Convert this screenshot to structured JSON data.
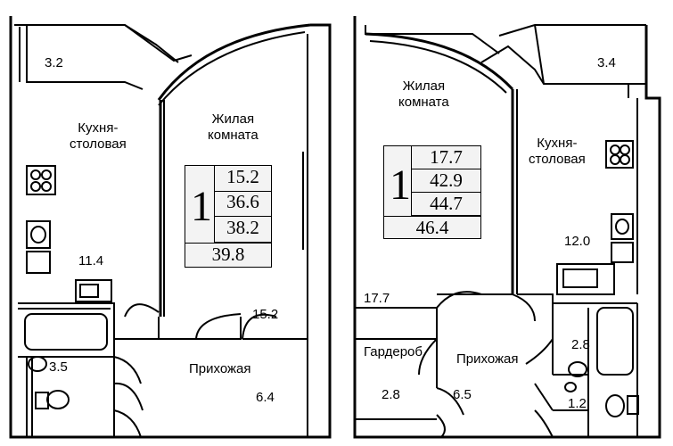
{
  "plans": [
    {
      "rooms_count": "1",
      "areas": [
        "15.2",
        "36.6",
        "38.2",
        "39.8"
      ],
      "rooms": [
        {
          "key": "balcony",
          "name": "",
          "area": "3.2"
        },
        {
          "key": "kitchen",
          "name": "Кухня-\nстоловая",
          "area": "11.4"
        },
        {
          "key": "living",
          "name": "Жилая\nкомната",
          "area": "15.2"
        },
        {
          "key": "bathroom",
          "name": "",
          "area": "3.5"
        },
        {
          "key": "hallway",
          "name": "Прихожая",
          "area": "6.4"
        }
      ]
    },
    {
      "rooms_count": "1",
      "areas": [
        "17.7",
        "42.9",
        "44.7",
        "46.4"
      ],
      "rooms": [
        {
          "key": "balcony",
          "name": "",
          "area": "3.4"
        },
        {
          "key": "living",
          "name": "Жилая\nкомната",
          "area": "17.7"
        },
        {
          "key": "kitchen",
          "name": "Кухня-\nстоловая",
          "area": "12.0"
        },
        {
          "key": "wardrobe",
          "name": "Гардероб.",
          "area": "2.8"
        },
        {
          "key": "hallway",
          "name": "Прихожая",
          "area": "6.5"
        },
        {
          "key": "bathroom",
          "name": "",
          "area": "2.8"
        },
        {
          "key": "wc",
          "name": "",
          "area": "1.2"
        }
      ]
    }
  ]
}
